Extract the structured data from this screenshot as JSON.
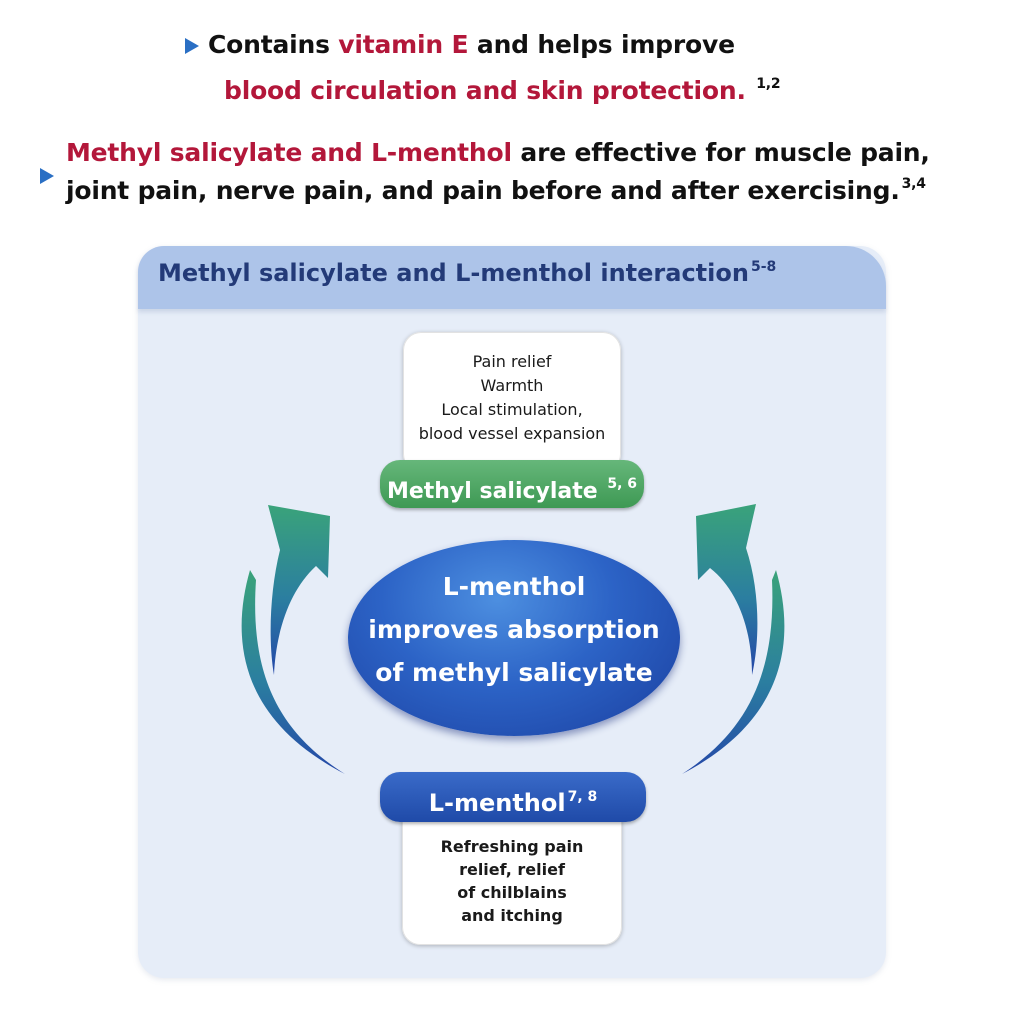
{
  "bullets": [
    {
      "icon": "triangle-bullet-icon",
      "line1": {
        "black_before": "Contains ",
        "red": "vitamin E",
        "black_after": " and helps improve"
      },
      "line2": {
        "red": "blood circulation and skin protection.",
        "refs": "1,2"
      }
    },
    {
      "icon": "triangle-bullet-icon",
      "line1": {
        "red": "Methyl salicylate and L-menthol",
        "black_after": " are effective for muscle pain,"
      },
      "line2": {
        "black": "joint pain, nerve pain, and pain before and after exercising.",
        "refs": "3,4"
      }
    }
  ],
  "diagram": {
    "title": "Methyl salicylate and L-menthol interaction",
    "title_refs": "5-8",
    "top_card": {
      "lines": [
        "Pain relief",
        "Warmth",
        "Local stimulation,",
        "blood vessel expansion"
      ]
    },
    "methyl_pill": {
      "label": "Methyl salicylate",
      "refs": "5, 6"
    },
    "center": {
      "lines": [
        "L-menthol",
        "improves absorption",
        "of methyl salicylate"
      ]
    },
    "menthol_pill": {
      "label": "L-menthol",
      "refs": "7, 8"
    },
    "bottom_card": {
      "lines": [
        "Refreshing pain",
        "relief, relief",
        "of chilblains",
        "and itching"
      ]
    },
    "arrows": [
      {
        "name": "curved-arrow-left-icon",
        "direction": "up"
      },
      {
        "name": "curved-arrow-right-icon",
        "direction": "up"
      }
    ]
  },
  "colors": {
    "accent_red": "#b3173a",
    "title_blue": "#233a78",
    "green": "#3e9954",
    "blue": "#1f4aa8",
    "panel_bg": "#e6edf8",
    "header_bg": "#adc4e9"
  }
}
